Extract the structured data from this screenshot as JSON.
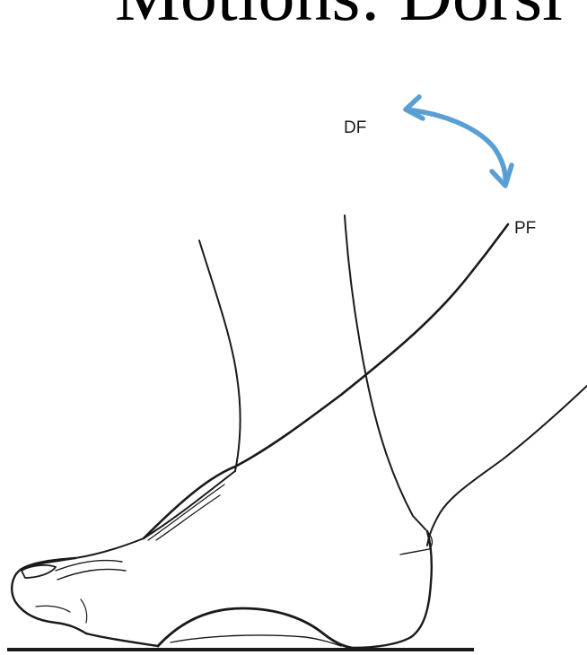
{
  "slide": {
    "title": "Motions:  Dorsi"
  },
  "figure": {
    "labels": {
      "dorsiflexion": "DF",
      "plantarflexion": "PF"
    },
    "arrow_color": "#5a9fd4",
    "line_color": "#1a1a1a"
  }
}
